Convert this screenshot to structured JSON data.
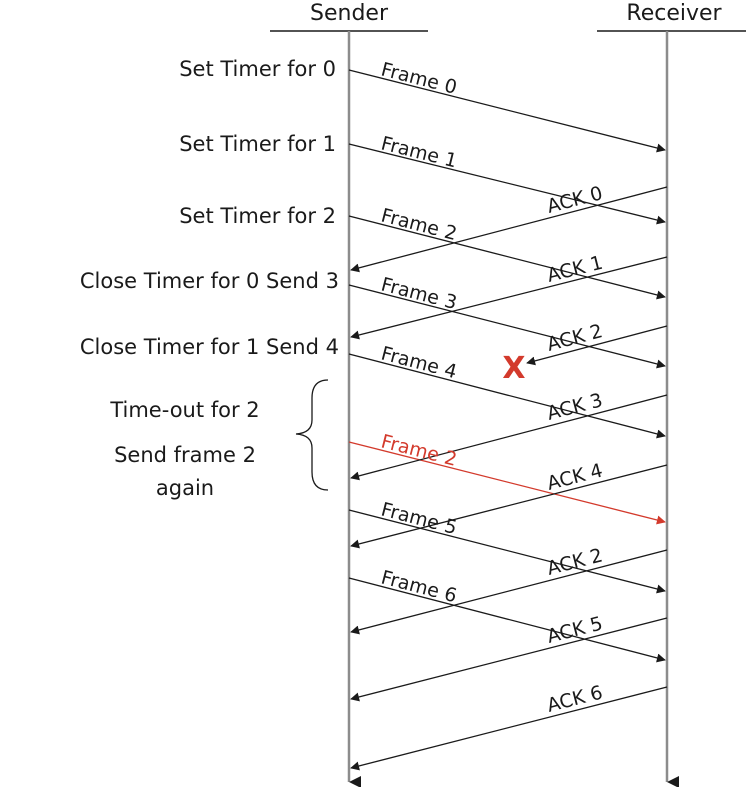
{
  "participants": {
    "sender": "Sender",
    "receiver": "Receiver"
  },
  "sender_events": [
    {
      "id": "set0",
      "text": "Set Timer for 0"
    },
    {
      "id": "set1",
      "text": "Set Timer for 1"
    },
    {
      "id": "set2",
      "text": "Set Timer for 2"
    },
    {
      "id": "close0",
      "text": "Close Timer for 0 Send 3"
    },
    {
      "id": "close1",
      "text": "Close Timer for 1 Send 4"
    },
    {
      "id": "timeout",
      "text": "Time-out for 2"
    },
    {
      "id": "resend1",
      "text": "Send frame 2"
    },
    {
      "id": "resend2",
      "text": "again"
    }
  ],
  "messages": [
    {
      "id": "f0",
      "label": "Frame 0",
      "direction": "sender-to-receiver",
      "color": "#1a1a1a"
    },
    {
      "id": "f1",
      "label": "Frame 1",
      "direction": "sender-to-receiver",
      "color": "#1a1a1a"
    },
    {
      "id": "a0",
      "label": "ACK 0",
      "direction": "receiver-to-sender",
      "color": "#1a1a1a"
    },
    {
      "id": "f2",
      "label": "Frame 2",
      "direction": "sender-to-receiver",
      "color": "#1a1a1a"
    },
    {
      "id": "a1",
      "label": "ACK 1",
      "direction": "receiver-to-sender",
      "color": "#1a1a1a"
    },
    {
      "id": "f3",
      "label": "Frame 3",
      "direction": "sender-to-receiver",
      "color": "#1a1a1a"
    },
    {
      "id": "a2",
      "label": "ACK 2",
      "direction": "receiver-to-sender",
      "lost": true,
      "color": "#1a1a1a"
    },
    {
      "id": "f4",
      "label": "Frame 4",
      "direction": "sender-to-receiver",
      "color": "#1a1a1a"
    },
    {
      "id": "a3",
      "label": "ACK 3",
      "direction": "receiver-to-sender",
      "color": "#1a1a1a"
    },
    {
      "id": "f2r",
      "label": "Frame 2",
      "direction": "sender-to-receiver",
      "retransmission": true,
      "color": "#d33a2c"
    },
    {
      "id": "a4",
      "label": "ACK 4",
      "direction": "receiver-to-sender",
      "color": "#1a1a1a"
    },
    {
      "id": "f5",
      "label": "Frame 5",
      "direction": "sender-to-receiver",
      "color": "#1a1a1a"
    },
    {
      "id": "a2b",
      "label": "ACK 2",
      "direction": "receiver-to-sender",
      "color": "#1a1a1a"
    },
    {
      "id": "f6",
      "label": "Frame 6",
      "direction": "sender-to-receiver",
      "color": "#1a1a1a"
    },
    {
      "id": "a5",
      "label": "ACK 5",
      "direction": "receiver-to-sender",
      "color": "#1a1a1a"
    },
    {
      "id": "a6",
      "label": "ACK 6",
      "direction": "receiver-to-sender",
      "color": "#1a1a1a"
    }
  ],
  "lost_marker": "X",
  "colors": {
    "line": "#1a1a1a",
    "lifeline": "#8c8c8c",
    "retransmit": "#d33a2c",
    "lost_marker": "#d33a2c"
  }
}
